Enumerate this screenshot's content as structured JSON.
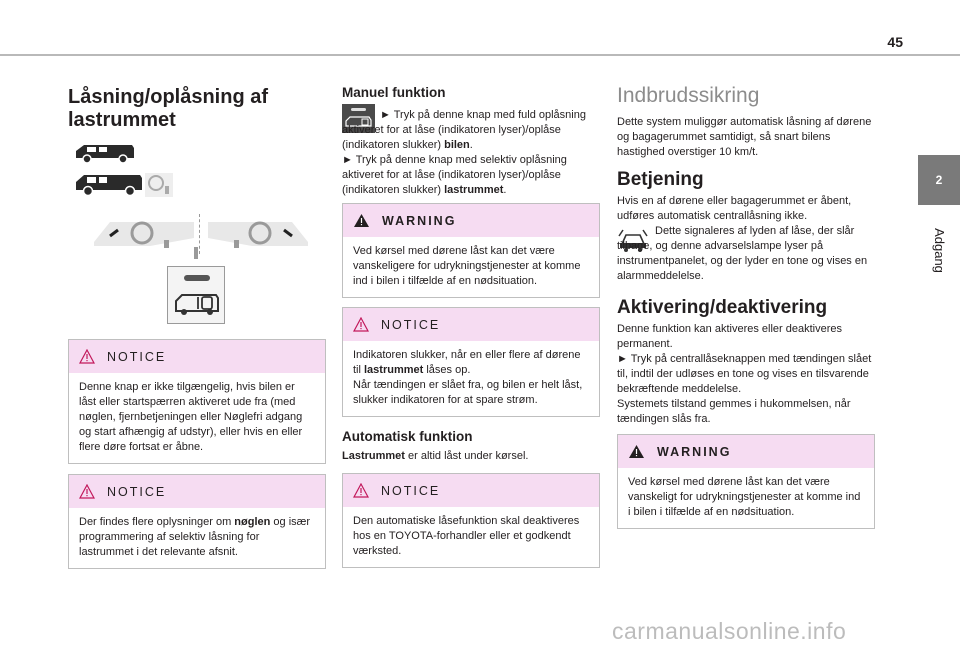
{
  "page": {
    "number": "45",
    "tab_number": "2",
    "tab_label": "Adgang"
  },
  "col1": {
    "title": "Låsning/oplåsning af lastrummet",
    "title_line1": "Låsning/oplåsning af",
    "title_line2": "lastrummet",
    "notice1": {
      "label": "NOTICE",
      "text": "Denne knap er ikke tilgængelig, hvis bilen er låst eller startspærren aktiveret ude fra (med nøglen, fjernbetjeningen eller Nøglefri adgang og start afhængig af udstyr), eller hvis en eller flere døre fortsat er åbne."
    },
    "notice2": {
      "label": "NOTICE",
      "text_a": "Der findes flere oplysninger om ",
      "text_b": "nøglen",
      "text_c": " og især programmering af selektiv låsning for lastrummet i det relevante afsnit."
    }
  },
  "col2": {
    "manual_title": "Manuel funktion",
    "manual_p1a": "► Tryk på denne knap med fuld oplåsning aktiveret for at låse (indikatoren lyser)/oplåse (indikatoren slukker) ",
    "manual_p1b": "bilen",
    "manual_p1c": ".",
    "manual_p2a": "► Tryk på denne knap med selektiv oplåsning aktiveret for at låse (indikatoren lyser)/oplåse (indikatoren slukker) ",
    "manual_p2b": "lastrummet",
    "manual_p2c": ".",
    "warning": {
      "label": "WARNING",
      "text": "Ved kørsel med dørene låst kan det være vanskeligere for udrykningstjenester at komme ind i bilen i tilfælde af en nødsituation."
    },
    "notice": {
      "label": "NOTICE",
      "text_a": "Indikatoren slukker, når en eller flere af dørene til ",
      "text_b": "lastrummet",
      "text_c": " låses op.",
      "text_d": "Når tændingen er slået fra, og bilen er helt låst, slukker indikatoren for at spare strøm."
    },
    "auto_title": "Automatisk funktion",
    "auto_a": "Lastrummet",
    "auto_b": " er altid låst under kørsel.",
    "notice2": {
      "label": "NOTICE",
      "text": "Den automatiske låsefunktion skal deaktiveres hos en TOYOTA-forhandler eller et godkendt værksted."
    }
  },
  "col3": {
    "h1": "Indbrudssikring",
    "p1": "Dette system muliggør automatisk låsning af dørene og bagagerummet samtidigt, så snart bilens hastighed overstiger 10 km/t.",
    "h2": "Betjening",
    "p2a": "Hvis en af dørene eller bagagerummet er åbent, udføres automatisk centrallåsning ikke.",
    "p2b": "Dette signaleres af lyden af låse, der slår tilbage, og denne advarselslampe lyser på instrumentpanelet, og der lyder en tone og vises en alarmmeddelelse.",
    "h3": "Aktivering/deaktivering",
    "p3": "Denne funktion kan aktiveres eller deaktiveres permanent.",
    "p4": "► Tryk på centrallåseknappen med tændingen slået til, indtil der udløses en tone og vises en tilsvarende bekræftende meddelelse.",
    "p5": "Systemets tilstand gemmes i hukommelsen, når tændingen slås fra.",
    "warning": {
      "label": "WARNING",
      "text": "Ved kørsel med dørene låst kan det være vanskeligt for udrykningstjenester at komme ind i bilen i tilfælde af en nødsituation."
    }
  },
  "footer": {
    "watermark": "carmanualsonline.info"
  }
}
